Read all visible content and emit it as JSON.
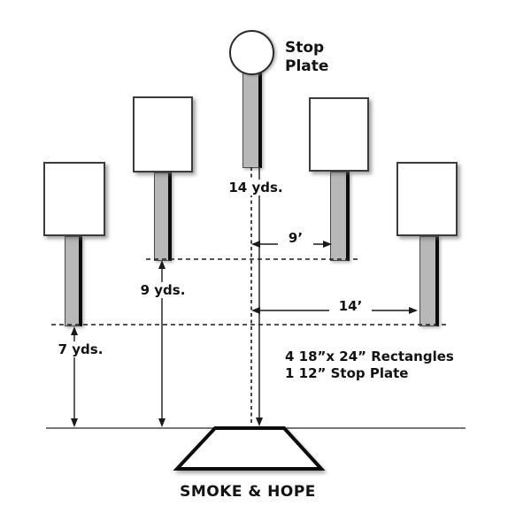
{
  "diagram": {
    "stage_title": "SMOKE & HOPE",
    "stop_plate_label": {
      "line1": "Stop",
      "line2": "Plate"
    },
    "measurements": {
      "center_distance": "14 yds.",
      "mid_distance": "9 yds.",
      "near_distance": "7 yds.",
      "inner_offset": "9’",
      "outer_offset": "14’"
    },
    "notes": {
      "line1": "4 18”x 24” Rectangles",
      "line2": "1 12” Stop Plate"
    },
    "colors": {
      "post_gray": "#b8b8b8",
      "outline_dark": "#2f2f2f",
      "text": "#121212",
      "background": "#ffffff"
    }
  }
}
